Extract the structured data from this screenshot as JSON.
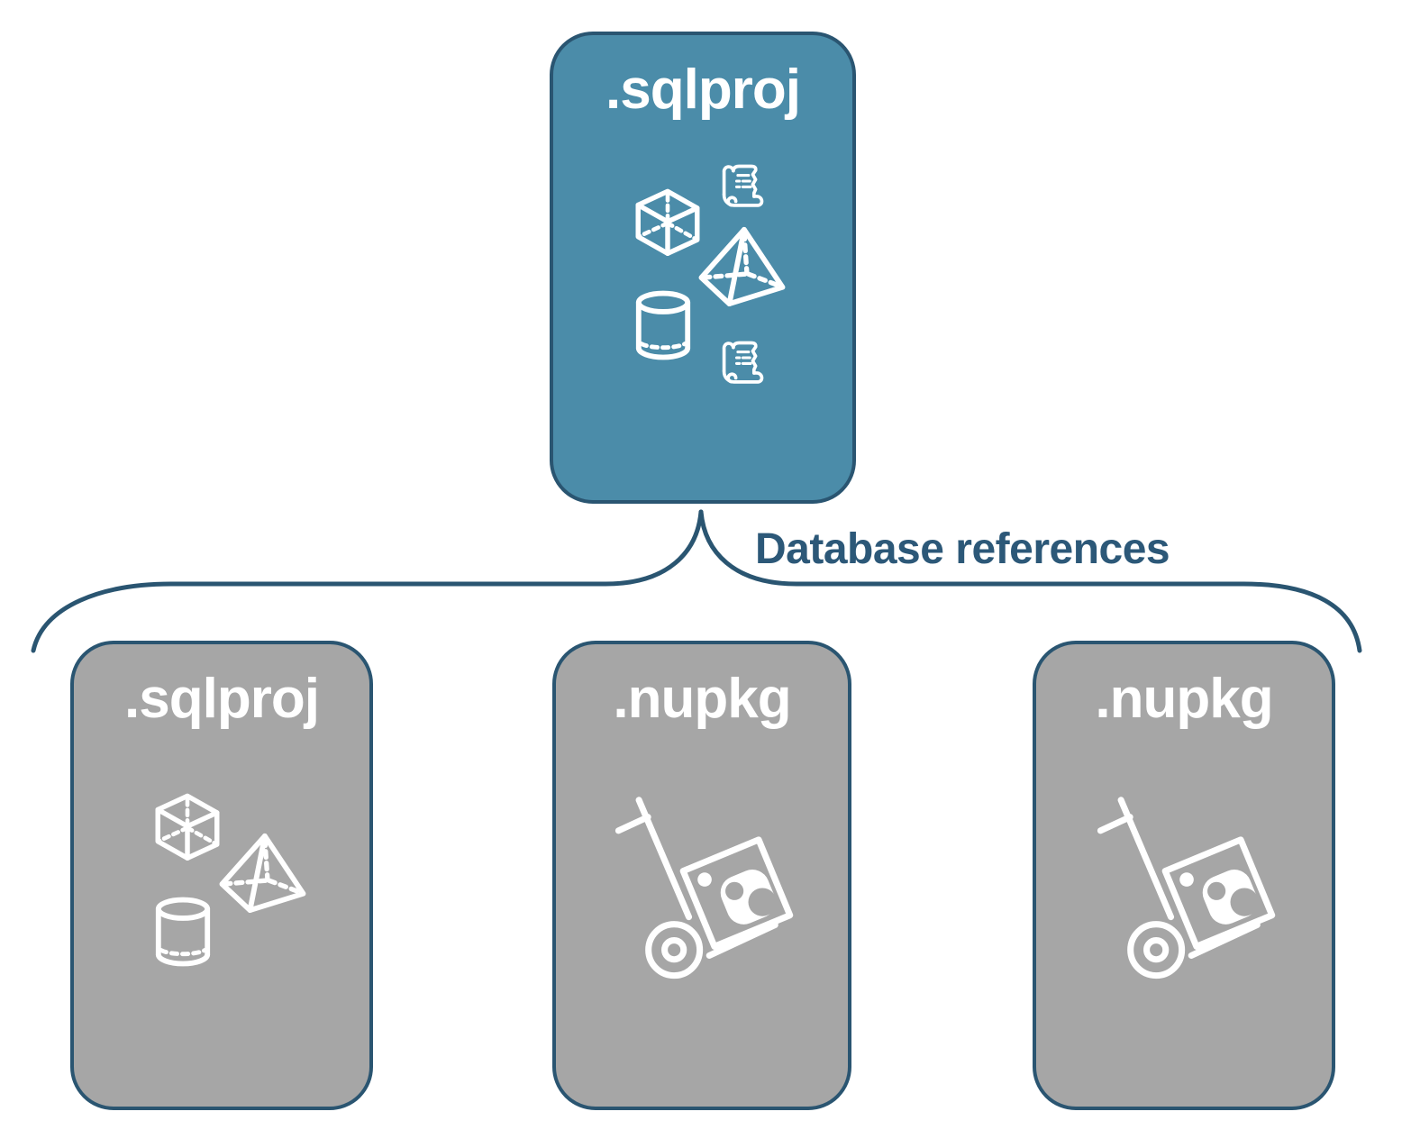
{
  "diagram": {
    "root": {
      "label": ".sqlproj",
      "icons": [
        "cube-icon",
        "scroll-icon",
        "pyramid-icon",
        "cylinder-icon",
        "scroll-icon"
      ]
    },
    "connector_label": "Database references",
    "children": [
      {
        "label": ".sqlproj",
        "icons": [
          "cube-icon",
          "pyramid-icon",
          "cylinder-icon"
        ]
      },
      {
        "label": ".nupkg",
        "icons": [
          "hand-truck-package-icon"
        ]
      },
      {
        "label": ".nupkg",
        "icons": [
          "hand-truck-package-icon"
        ]
      }
    ]
  },
  "colors": {
    "root_fill": "#4B8CA9",
    "child_fill": "#A6A6A6",
    "outline": "#2A5571",
    "connector": "#2A5571",
    "label_text": "#2C5878",
    "icon": "#FFFFFF",
    "title_text": "#FFFFFF",
    "background": "#FFFFFF"
  }
}
